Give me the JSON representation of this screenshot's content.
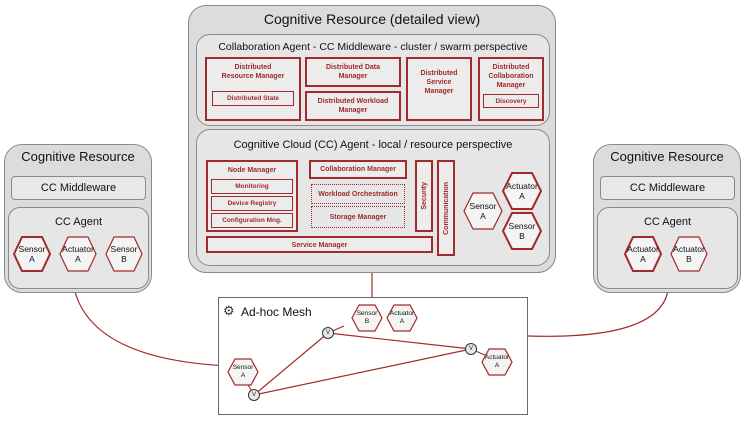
{
  "center": {
    "title": "Cognitive Resource (detailed view)",
    "collab_title": "Collaboration Agent - CC Middleware - cluster / swarm  perspective",
    "drm": "Distributed Resource Manager",
    "dstate": "Distributed State",
    "ddm": "Distributed Data Manager",
    "dwm": "Distributed Workload Manager",
    "dsm": "Distributed Service Manager",
    "dcm": "Distributed Collaboration Manager",
    "discovery": "Discovery",
    "agent_title": "Cognitive Cloud (CC) Agent - local / resource perspective",
    "node_manager": "Node Manager",
    "monitoring": "Monitoring",
    "device_registry": "Device Registry",
    "config": "Configuration Mng.",
    "collab_manager": "Collaboration Manager",
    "workload_orch": "Workload Orchestration",
    "storage": "Storage Manager",
    "security": "Security",
    "communication": "Communication",
    "service_manager": "Service Manager",
    "hex_sensor_a": "Sensor\nA",
    "hex_actuator_a": "Actuator\nA",
    "hex_sensor_b": "Sensor\nB"
  },
  "left": {
    "title": "Cognitive Resource",
    "middleware": "CC Middleware",
    "agent": "CC Agent",
    "hex1": "Sensor\nA",
    "hex2": "Actuator\nA",
    "hex3": "Sensor\nB"
  },
  "right": {
    "title": "Cognitive Resource",
    "middleware": "CC Middleware",
    "agent": "CC Agent",
    "hex1": "Actuator\nA",
    "hex2": "Actuator\nB"
  },
  "mesh": {
    "title": "Ad-hoc Mesh",
    "gear_icon": "gear-icon",
    "node_label": "V",
    "hex_sensor_b": "Sensor\nB",
    "hex_actuator_a_top": "Actuator\nA",
    "hex_sensor_a": "Sensor\nA",
    "hex_actuator_a_right": "Actuator\nA"
  },
  "colors": {
    "accent": "#a12a2a",
    "panel": "#dcdcdc"
  }
}
